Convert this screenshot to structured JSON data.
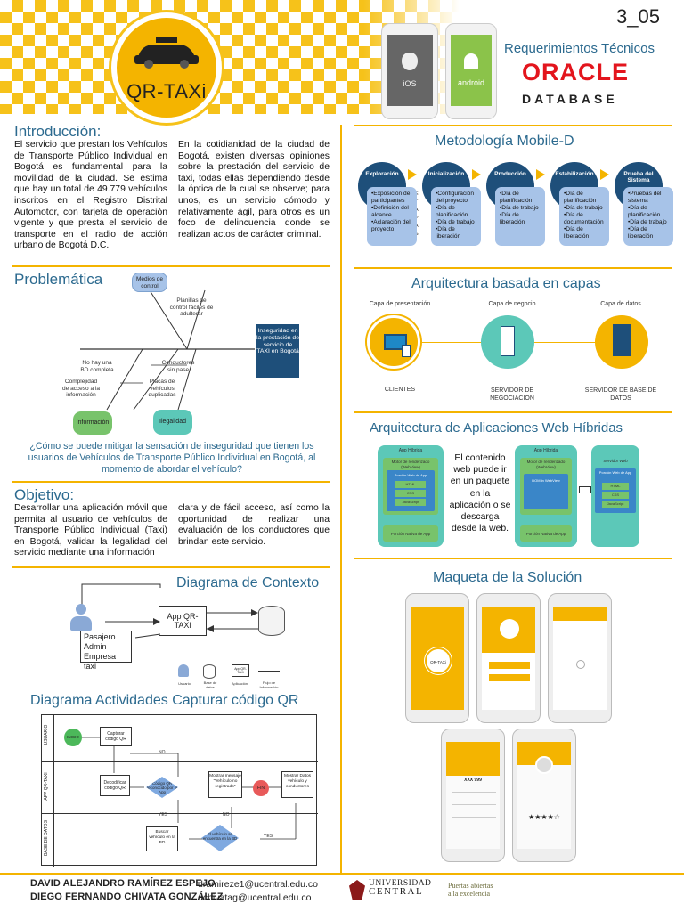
{
  "header": {
    "code": "3_05",
    "logo_text": "QR-TAXi",
    "ios_label": "iOS",
    "android_label": "android",
    "req_title": "Requerimientos Técnicos",
    "oracle": "ORACLE",
    "database": "DATABASE"
  },
  "intro": {
    "title": "Introducción:",
    "col1": "El servicio que prestan los Vehículos de Transporte Público Individual en Bogotá es fundamental para la movilidad de la ciudad. Se estima que hay un total de 49.779 vehículos inscritos en el Registro Distrital Automotor, con tarjeta de operación vigente y que presta el servicio de transporte en el radio de acción urbano de Bogotá D.C.",
    "col2": "En la cotidianidad de la ciudad de Bogotá, existen diversas opiniones sobre la prestación del servicio de taxi, todas ellas dependiendo desde la óptica de la cual se observe; para unos, es un servicio cómodo y relativamente ágil, para otros es un foco de delincuencia donde se realizan actos de carácter criminal."
  },
  "problem": {
    "title": "Problemática",
    "medios": "Medios de control",
    "planillas": "Planillas de control fáciles de adulterar",
    "nohay": "No hay una BD completa",
    "complejidad": "Complejidad de acceso a la información",
    "conductores": "Conductores sin pase",
    "placas": "Placas de vehículos duplicadas",
    "informacion": "Información",
    "ilegalidad": "Ilegalidad",
    "effect": "Inseguridad en la prestación de servicio de TAXI en Bogotá",
    "question": "¿Cómo se puede mitigar la sensación de inseguridad que tienen los usuarios de Vehículos de Transporte Público Individual en Bogotá, al momento de abordar el vehículo?"
  },
  "objective": {
    "title": "Objetivo:",
    "col1": "Desarrollar una aplicación móvil que permita al usuario de vehículos de Transporte Público Individual (Taxi) en Bogotá, validar la legalidad del servicio mediante una información",
    "col2": "clara y de fácil acceso, así como la oportunidad de realizar una evaluación de los conductores que brindan este servicio."
  },
  "context": {
    "title": "Diagrama de Contexto",
    "app": "App QR-TAXi",
    "pasajero": "Pasajero",
    "admin": "Admin",
    "empresa": "Empresa taxi",
    "leg_usuario": "Usuario",
    "leg_bd": "Base de datos",
    "leg_app": "Aplicación",
    "leg_flujo": "Flujo de Información",
    "leg_app_box": "App QR-TAXi"
  },
  "activities": {
    "title": "Diagrama Actividades Capturar código QR",
    "lane1": "USUARIO",
    "lane2": "APP QR-TAXI",
    "lane3": "BASE DE DATOS",
    "start": "INICIO",
    "capturar": "Capturar código QR",
    "decodificar": "Decodificar código QR",
    "codigo": "Código QR reconocido por la App",
    "mostrar_msg": "Mostrar mensaje \"Vehículo no registrado\"",
    "end": "FIN",
    "mostrar_datos": "Mostrar Datos vehículo y conductores",
    "buscar": "Buscar vehículo en la BD",
    "encontro": "El vehículo se encuentra en la BD",
    "no1": "NO",
    "no2": "NO",
    "yes1": "YES",
    "yes2": "YES"
  },
  "mobiled": {
    "title": "Metodología Mobile-D",
    "etapas": "ETAPAS",
    "phases": [
      {
        "name": "Exploración",
        "items": [
          "•Exposición de participantes",
          "•Definición del alcance",
          "•Aclaración del proyecto"
        ]
      },
      {
        "name": "Inicialización",
        "items": [
          "•Configuración del proyecto",
          "•Día de planificación",
          "•Día de trabajo",
          "•Día de liberación"
        ]
      },
      {
        "name": "Producción",
        "items": [
          "•Día de planificación",
          "•Día de trabajo",
          "•Día de liberación"
        ]
      },
      {
        "name": "Estabilización",
        "items": [
          "•Día de planificación",
          "•Día de trabajo",
          "•Día de documentación",
          "•Día de liberación"
        ]
      },
      {
        "name": "Prueba del Sistema",
        "items": [
          "•Pruebas del sistema",
          "•Día de planificación",
          "•Día de trabajo",
          "•Día de liberación"
        ]
      }
    ]
  },
  "layers": {
    "title": "Arquitectura basada en capas",
    "presentacion": "Capa de presentación",
    "negocio": "Capa de negocio",
    "datos": "Capa de datos",
    "clientes": "CLIENTES",
    "servidor_neg": "SERVIDOR DE NEGOCIACION",
    "servidor_bd": "SERVIDOR DE BASE DE DATOS"
  },
  "hybrid": {
    "title": "Arquitectura de Aplicaciones Web Híbridas",
    "app_hibrida": "App Híbrida",
    "motor": "Motor de renderizado (WebView)",
    "porcion_web": "Porción Web de App",
    "porcion_nativa": "Porción Nativa de App",
    "html": "HTML",
    "css": "CSS",
    "js": "JavaScript",
    "text": "El contenido web puede ir en un paquete en la aplicación o se descarga desde la web.",
    "app_hibrida2": "App Híbrida",
    "motor2": "Motor de renderizado (WebView)",
    "dom": "DOM in WebView",
    "porcion_nativa2": "Porción Nativa de App",
    "servidor_web": "Servidor Web",
    "porcion_web2": "Porción Web de App",
    "html2": "HTML",
    "css2": "CSS",
    "js2": "JavaScript"
  },
  "mockup": {
    "title": "Maqueta de la Solución",
    "logo": "QR-TAXi",
    "plate": "XXX 999",
    "stars": "★★★★☆"
  },
  "footer": {
    "name1": "DAVID ALEJANDRO RAMÍREZ ESPEJO",
    "mail1": "dramireze1@ucentral.edu.co",
    "name2": "DIEGO FERNANDO CHIVATA GONZÁLEZ",
    "mail2": "dchivatag@ucentral.edu.co",
    "uni1": "UNIVERSIDAD",
    "uni2": "CENTRAL",
    "slogan1": "Puertas abiertas",
    "slogan2": "a la excelencia"
  },
  "colors": {
    "accent": "#f4b400",
    "blue": "#1e4f7a",
    "title": "#2c6a8f",
    "teal": "#5cc8b8"
  }
}
